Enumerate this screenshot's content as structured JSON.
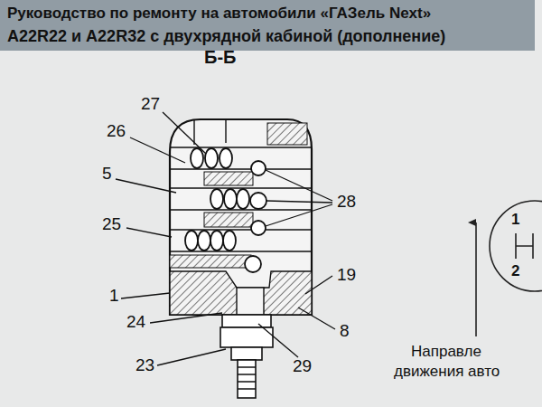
{
  "diagram": {
    "title": "Б-Б",
    "labels": [
      "Руководство по ремонту на автомобили «ГАЗель Next»",
      "A22R22 и A22R32 с двухрядной кабиной (дополнение)",
      "27",
      "26",
      "5",
      "25",
      "1",
      "24",
      "23",
      "28",
      "19",
      "8",
      "29",
      "Направле",
      "движения авто",
      "1",
      "2"
    ]
  }
}
